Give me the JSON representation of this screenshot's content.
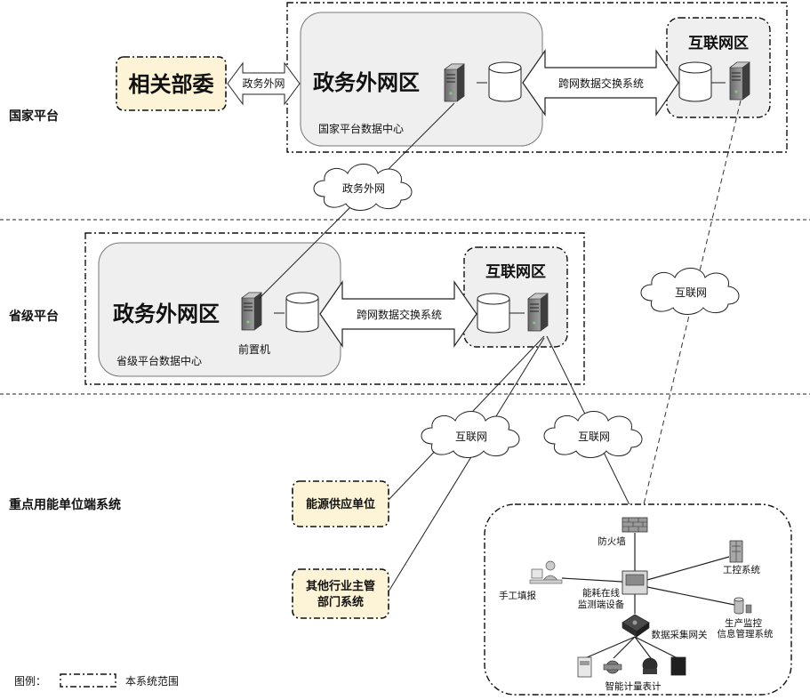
{
  "rows": {
    "national": "国家平台",
    "provincial": "省级平台",
    "enterprise": "重点用能单位端系统"
  },
  "national": {
    "related_ministries": "相关部委",
    "gov_link_label": "政务外网",
    "gov_zone_title": "政务外网区",
    "datacenter_label": "国家平台数据中心",
    "exchange_label": "跨网数据交换系统",
    "internet_zone_title": "互联网区"
  },
  "provincial": {
    "gov_zone_title": "政务外网区",
    "front_machine": "前置机",
    "datacenter_label": "省级平台数据中心",
    "exchange_label": "跨网数据交换系统",
    "internet_zone_title": "互联网区"
  },
  "clouds": {
    "gov_network": "政务外网",
    "internet_right": "互联网",
    "internet_left": "互联网",
    "internet_mid": "互联网"
  },
  "units": {
    "energy_supply": "能源供应单位",
    "other_dept_line1": "其他行业主管",
    "other_dept_line2": "部门系统"
  },
  "enterprise": {
    "firewall": "防火墙",
    "manual_report": "手工填报",
    "device_line1": "能耗在线",
    "device_line2": "监测端设备",
    "industrial_control": "工控系统",
    "production_line1": "生产监控",
    "production_line2": "信息管理系统",
    "gateway": "数据采集网关",
    "meters": "智能计量表计"
  },
  "legend": {
    "prefix": "图例：",
    "text": "本系统范围"
  },
  "colors": {
    "zone_fill": "#efefef",
    "unit_fill": "#fdf3d6",
    "line": "#333333"
  }
}
